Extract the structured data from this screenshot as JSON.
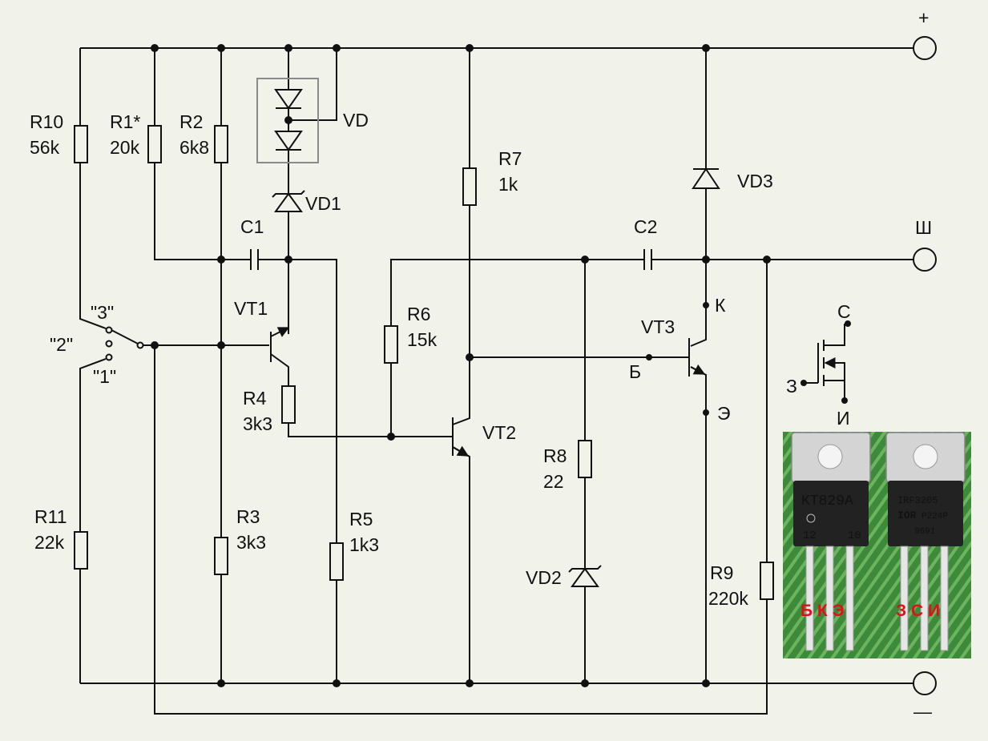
{
  "terminals": {
    "plus": "+",
    "signal": "Ш",
    "minus": "—"
  },
  "resistors": {
    "r10": {
      "name": "R10",
      "value": "56k"
    },
    "r1": {
      "name": "R1*",
      "value": "20k"
    },
    "r2": {
      "name": "R2",
      "value": "6k8"
    },
    "r7": {
      "name": "R7",
      "value": "1k"
    },
    "r6": {
      "name": "R6",
      "value": "15k"
    },
    "r4": {
      "name": "R4",
      "value": "3k3"
    },
    "r8": {
      "name": "R8",
      "value": "22"
    },
    "r11": {
      "name": "R11",
      "value": "22k"
    },
    "r3": {
      "name": "R3",
      "value": "3k3"
    },
    "r5": {
      "name": "R5",
      "value": "1k3"
    },
    "r9": {
      "name": "R9",
      "value": "220k"
    }
  },
  "capacitors": {
    "c1": "C1",
    "c2": "C2"
  },
  "diodes": {
    "vd": "VD",
    "vd1": "VD1",
    "vd2": "VD2",
    "vd3": "VD3"
  },
  "transistors": {
    "vt1": "VT1",
    "vt2": "VT2",
    "vt3": "VT3"
  },
  "vt3_pins": {
    "collector": "К",
    "base": "Б",
    "emitter": "Э"
  },
  "switch_positions": {
    "p1": "\"1\"",
    "p2": "\"2\"",
    "p3": "\"3\""
  },
  "mosfet_pins": {
    "drain": "С",
    "gate": "З",
    "source": "И"
  },
  "photo": {
    "left_part": "KT829A",
    "left_code": "12",
    "left_code2": "10",
    "left_pins": "Б К Э",
    "right_part": "IRF3205",
    "right_brand": "IOR",
    "right_code": "P224P",
    "right_code2": "9691",
    "right_pins": "З С И"
  },
  "colors": {
    "background": "#f1f2ea",
    "ink": "#111111",
    "pin_label": "#e0101a",
    "board": "#3d8a3a"
  }
}
